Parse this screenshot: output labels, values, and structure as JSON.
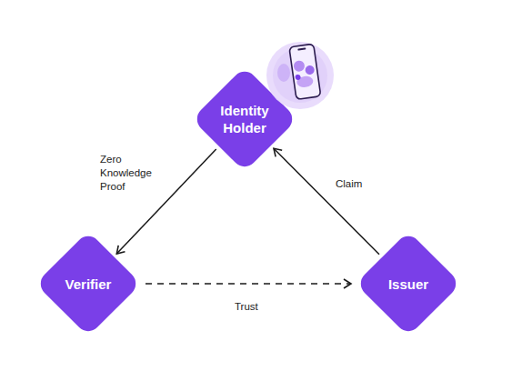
{
  "diagram": {
    "nodes": [
      {
        "text": [
          "Identity Holder"
        ]
      },
      {
        "text": [
          "Verifier"
        ]
      },
      {
        "text": [
          "Issuer"
        ]
      }
    ],
    "edges": [
      {
        "from": 0,
        "to": 1,
        "arrow": "to",
        "label": "Zero Knowledge Proof"
      },
      {
        "from": 2,
        "to": 0,
        "arrow": "to",
        "label": "Claim"
      },
      {
        "from": 1,
        "to": 2,
        "arrow": "to",
        "label": "Trust"
      }
    ]
  }
}
